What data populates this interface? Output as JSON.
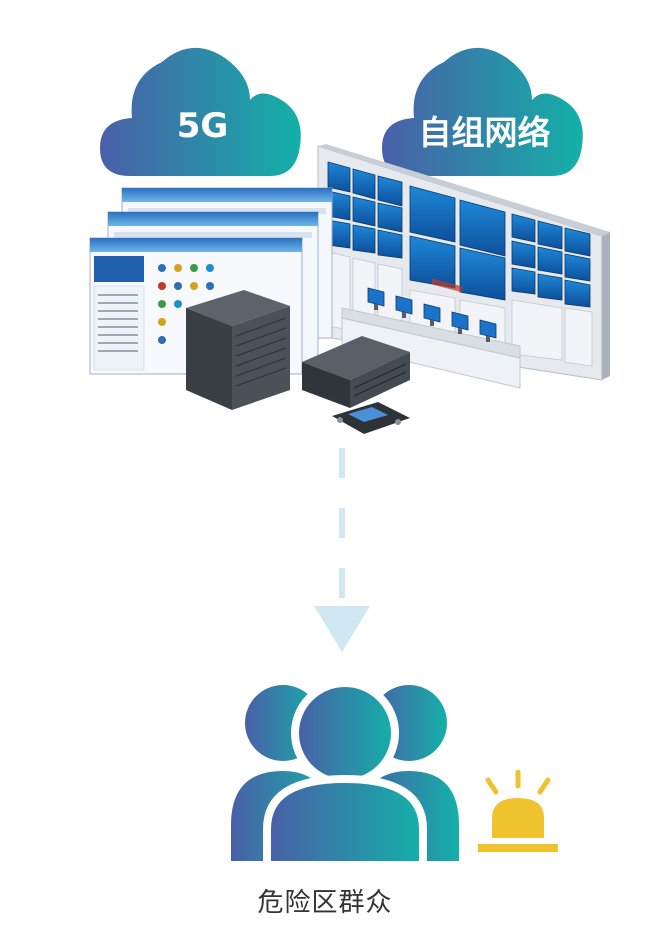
{
  "clouds": {
    "cloud_5g": {
      "label": "5G"
    },
    "cloud_network": {
      "label": "自组网络"
    }
  },
  "crowd": {
    "label": "危险区群众"
  },
  "colors": {
    "gradient_start": "#4a5fa8",
    "gradient_end": "#14b0a8",
    "arrow": "#cfe8f2",
    "alarm": "#f0c22e"
  }
}
